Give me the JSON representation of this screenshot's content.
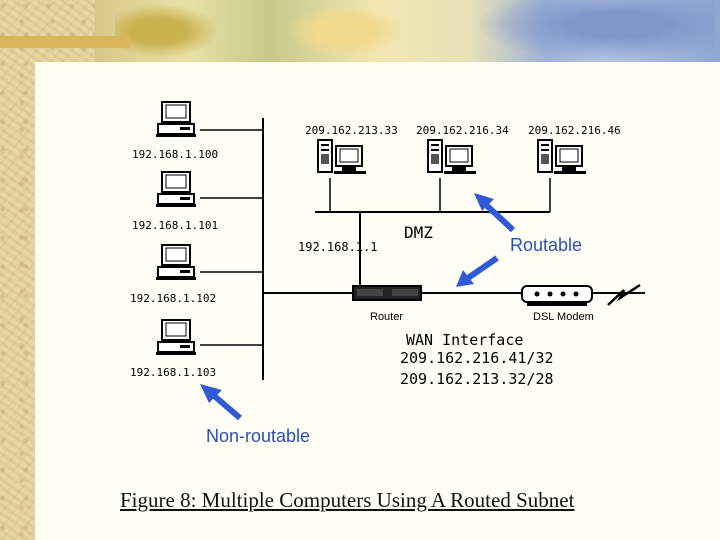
{
  "computers": {
    "c1_ip": "192.168.1.100",
    "c2_ip": "192.168.1.101",
    "c3_ip": "192.168.1.102",
    "c4_ip": "192.168.1.103"
  },
  "dmz": {
    "label": "DMZ",
    "router_ip": "192.168.1.1",
    "s1_ip": "209.162.213.33",
    "s2_ip": "209.162.216.34",
    "s3_ip": "209.162.216.46"
  },
  "router_label": "Router",
  "modem_label": "DSL Modem",
  "wan": {
    "label": "WAN Interface",
    "ip1": "209.162.216.41/32",
    "ip2": "209.162.213.32/28"
  },
  "routable_label": "Routable",
  "nonroutable_label": "Non-routable",
  "caption": "Figure 8: Multiple Computers Using A Routed Subnet",
  "colors": {
    "arrow": "#2f5bd6",
    "arrow_label": "#2a4fb8",
    "line": "#000000"
  }
}
